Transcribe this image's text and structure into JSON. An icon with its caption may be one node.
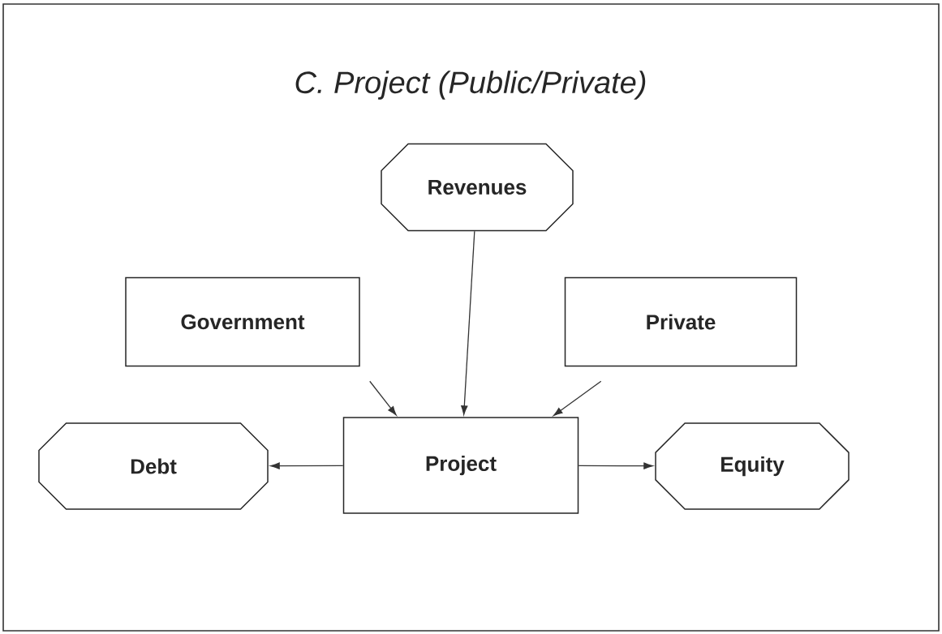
{
  "diagram": {
    "title": "C. Project (Public/Private)",
    "nodes": [
      {
        "text": [
          "Revenues"
        ]
      },
      {
        "text": [
          "Government"
        ]
      },
      {
        "text": [
          "Private"
        ]
      },
      {
        "text": [
          "Project"
        ]
      },
      {
        "text": [
          "Debt"
        ]
      },
      {
        "text": [
          "Equity"
        ]
      }
    ],
    "edges": [
      {
        "from": 0,
        "to": 3,
        "arrow": "to"
      },
      {
        "from": 1,
        "to": 3,
        "arrow": "to"
      },
      {
        "from": 2,
        "to": 3,
        "arrow": "to"
      },
      {
        "from": 3,
        "to": 4,
        "arrow": "to"
      },
      {
        "from": 3,
        "to": 5,
        "arrow": "to"
      }
    ]
  }
}
